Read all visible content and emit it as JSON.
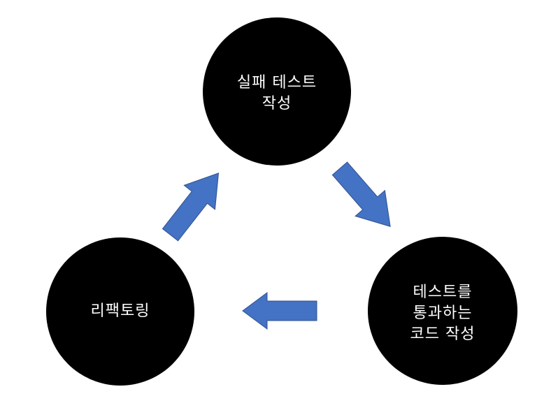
{
  "diagram": {
    "nodes": [
      {
        "id": "write-failing-test",
        "label": "실패 테스트\n작성"
      },
      {
        "id": "write-passing-code",
        "label": "테스트를\n통과하는\n코드 작성"
      },
      {
        "id": "refactor",
        "label": "리팩토링"
      }
    ],
    "edges": [
      {
        "from": "write-failing-test",
        "to": "write-passing-code"
      },
      {
        "from": "write-passing-code",
        "to": "refactor"
      },
      {
        "from": "refactor",
        "to": "write-failing-test"
      }
    ],
    "colors": {
      "node_fill": "#000000",
      "node_text": "#ffffff",
      "arrow_fill": "#4472c4",
      "arrow_stroke": "#2f528f"
    }
  }
}
